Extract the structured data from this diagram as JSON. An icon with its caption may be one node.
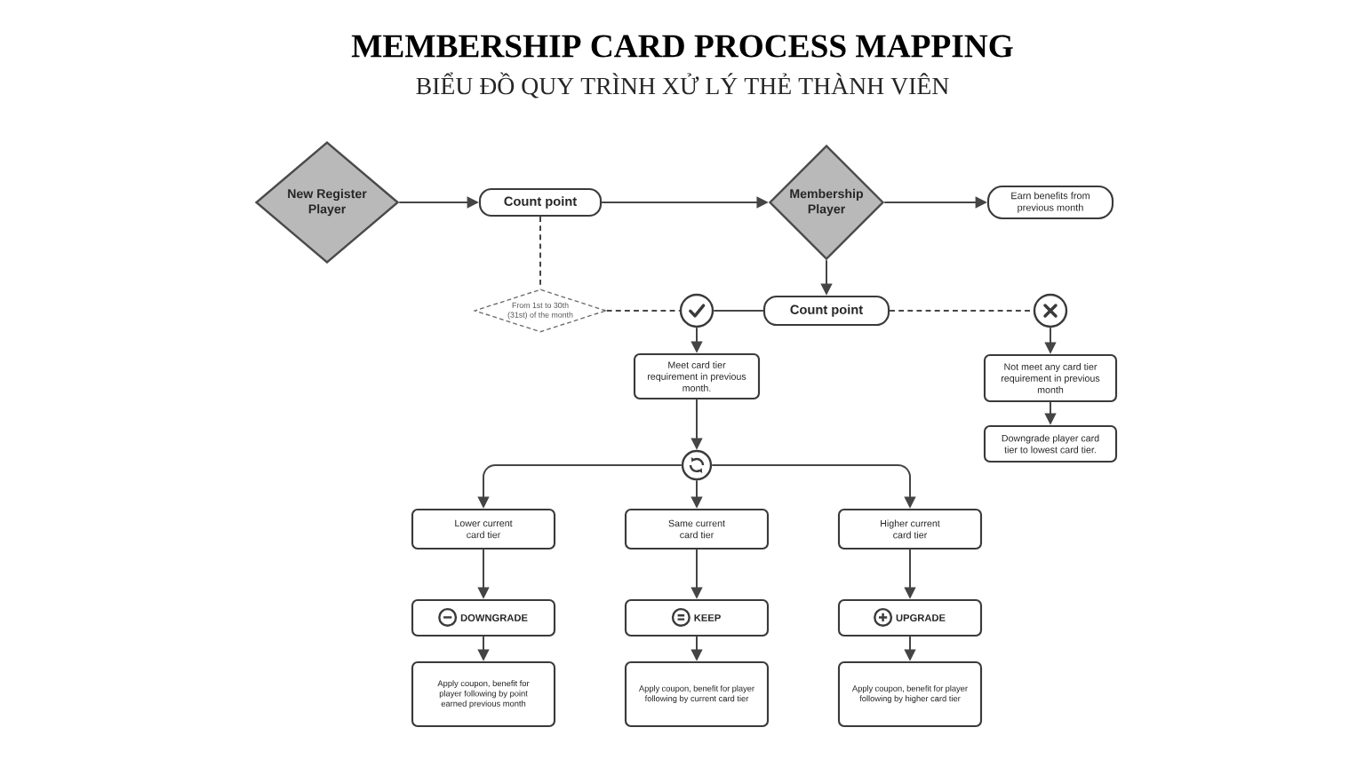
{
  "diagram": {
    "title": "MEMBERSHIP CARD PROCESS MAPPING",
    "nodes": [
      {
        "text": [
          "New Register Player"
        ]
      },
      {
        "text": [
          "Count point"
        ]
      },
      {
        "text": [
          "Membership Player"
        ]
      },
      {
        "text": [
          "Earn benefits from previous month"
        ]
      },
      {
        "text": [
          "From 1st to 30th (31st) of the month"
        ]
      },
      {
        "text": [],
        "shape": "circle"
      },
      {
        "text": [
          "Count point"
        ]
      },
      {
        "text": [],
        "shape": "circle"
      },
      {
        "text": [
          "Meet card tier requirement in previous month."
        ]
      },
      {
        "text": [
          "Not meet any card tier requirement in previous month"
        ]
      },
      {
        "text": [
          "Downgrade player card tier to lowest card tier."
        ]
      },
      {
        "text": [],
        "shape": "circle"
      },
      {
        "text": [
          "Lower current card tier"
        ]
      },
      {
        "text": [
          "Same current card tier"
        ]
      },
      {
        "text": [
          "Higher current card tier"
        ]
      },
      {
        "text": [
          "DOWNGRADE"
        ]
      },
      {
        "text": [
          "KEEP"
        ]
      },
      {
        "text": [
          "UPGRADE"
        ]
      },
      {
        "text": [
          "Apply coupon, benefit for player following by point earned previous month"
        ]
      },
      {
        "text": [
          "Apply coupon, benefit for player following by current card tier"
        ]
      },
      {
        "text": [
          "Apply coupon, benefit for player following by higher card tier"
        ]
      }
    ],
    "edges": [
      {
        "from": 0,
        "to": 1,
        "arrow": "to"
      },
      {
        "from": 1,
        "to": 2,
        "arrow": "to"
      },
      {
        "from": 2,
        "to": 3,
        "arrow": "to"
      },
      {
        "from": 1,
        "to": 4,
        "arrow": "none",
        "style": "dashed"
      },
      {
        "from": 2,
        "to": 6,
        "arrow": "to"
      },
      {
        "from": 4,
        "to": 5,
        "arrow": "none",
        "style": "dashed"
      },
      {
        "from": 6,
        "to": 5,
        "arrow": "none"
      },
      {
        "from": 6,
        "to": 7,
        "arrow": "none",
        "style": "dashed"
      },
      {
        "from": 5,
        "to": 8,
        "arrow": "to"
      },
      {
        "from": 7,
        "to": 9,
        "arrow": "to"
      },
      {
        "from": 9,
        "to": 10,
        "arrow": "to"
      },
      {
        "from": 8,
        "to": 11,
        "arrow": "to"
      },
      {
        "from": 11,
        "to": 12,
        "arrow": "to"
      },
      {
        "from": 11,
        "to": 13,
        "arrow": "to"
      },
      {
        "from": 11,
        "to": 14,
        "arrow": "to"
      },
      {
        "from": 12,
        "to": 15,
        "arrow": "to"
      },
      {
        "from": 13,
        "to": 16,
        "arrow": "to"
      },
      {
        "from": 14,
        "to": 17,
        "arrow": "to"
      },
      {
        "from": 15,
        "to": 18,
        "arrow": "to"
      },
      {
        "from": 16,
        "to": 19,
        "arrow": "to"
      },
      {
        "from": 17,
        "to": 20,
        "arrow": "to"
      }
    ],
    "labels": [
      "BIỂU ĐỒ QUY TRÌNH XỬ LÝ THẺ THÀNH VIÊN"
    ]
  }
}
